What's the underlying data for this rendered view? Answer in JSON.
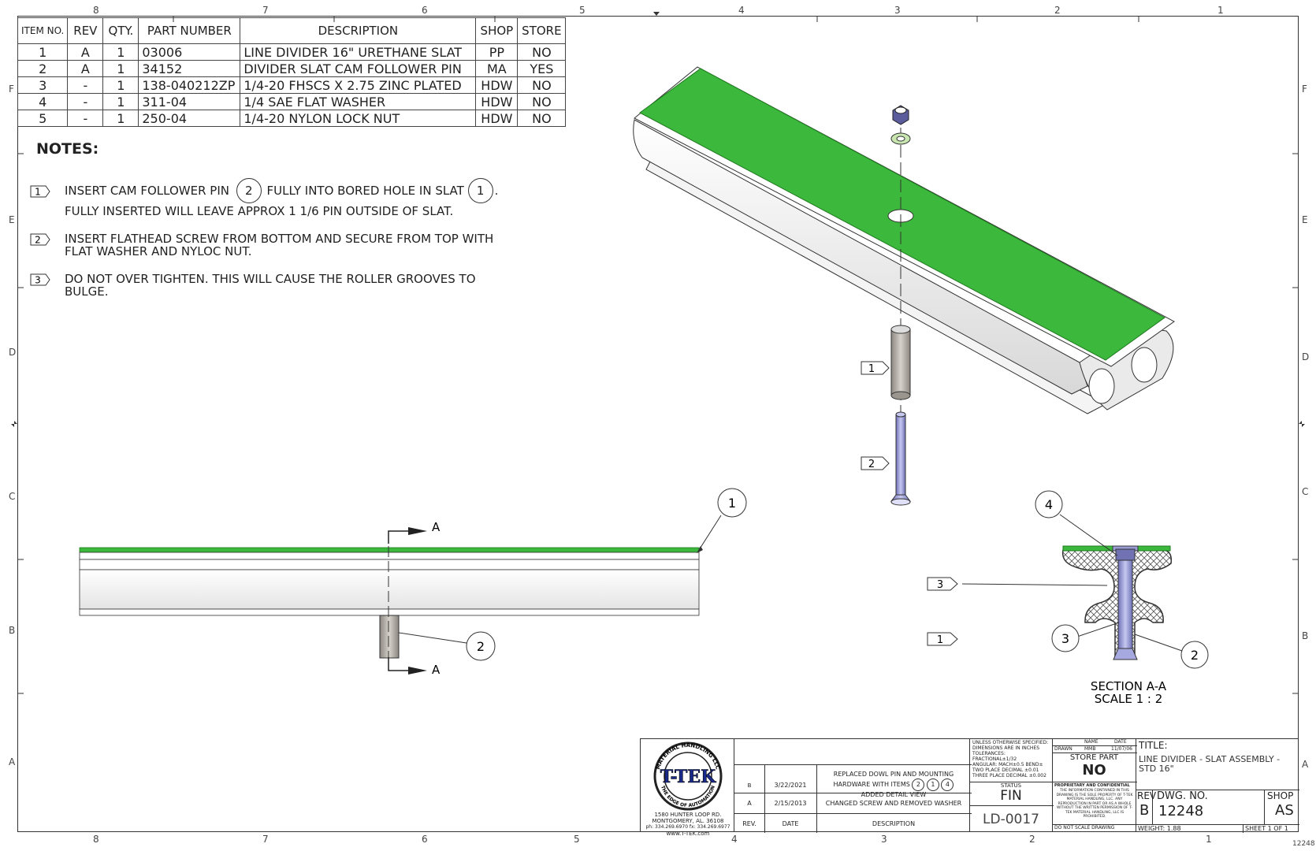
{
  "zones": {
    "top": [
      "8",
      "7",
      "6",
      "5",
      "4",
      "3",
      "2",
      "1"
    ],
    "bottom": [
      "8",
      "7",
      "6",
      "5",
      "4",
      "3",
      "2",
      "1"
    ],
    "left": [
      "F",
      "E",
      "D",
      "C",
      "B",
      "A"
    ],
    "right": [
      "F",
      "E",
      "D",
      "C",
      "B",
      "A"
    ]
  },
  "bom": {
    "headers": [
      "ITEM NO.",
      "REV",
      "QTY.",
      "PART NUMBER",
      "DESCRIPTION",
      "SHOP",
      "STORE"
    ],
    "rows": [
      [
        "1",
        "A",
        "1",
        "03006",
        "LINE DIVIDER 16\" URETHANE SLAT",
        "PP",
        "NO"
      ],
      [
        "2",
        "A",
        "1",
        "34152",
        "DIVIDER SLAT CAM FOLLOWER PIN",
        "MA",
        "YES"
      ],
      [
        "3",
        "-",
        "1",
        "138-040212ZP",
        "1/4-20 FHSCS X 2.75 ZINC PLATED",
        "HDW",
        "NO"
      ],
      [
        "4",
        "-",
        "1",
        "311-04",
        "1/4 SAE FLAT WASHER",
        "HDW",
        "NO"
      ],
      [
        "5",
        "-",
        "1",
        "250-04",
        "1/4-20 NYLON LOCK NUT",
        "HDW",
        "NO"
      ]
    ]
  },
  "notes": {
    "title": "NOTES:",
    "n1_num": "1",
    "n1_a": "INSERT CAM FOLLOWER PIN",
    "n1_b": "2",
    "n1_c": "FULLY INTO BORED HOLE IN SLAT",
    "n1_d": "1",
    "n1_e": ".",
    "n1_line2": "FULLY INSERTED WILL LEAVE APPROX 1 1/6 PIN OUTSIDE OF SLAT.",
    "n2_num": "2",
    "n2_line1": "INSERT FLATHEAD SCREW FROM BOTTOM AND SECURE FROM TOP WITH",
    "n2_line2": "FLAT WASHER AND NYLOC NUT.",
    "n3_num": "3",
    "n3_line1": "DO NOT OVER TIGHTEN. THIS WILL CAUSE THE ROLLER GROOVES TO",
    "n3_line2": "BULGE."
  },
  "callouts": {
    "iso_flag1": "1",
    "iso_flag2": "2",
    "side_balloon1": "1",
    "side_balloon2": "2",
    "section_a_top": "A",
    "section_a_bottom": "A",
    "sec_balloon4": "4",
    "sec_balloon3": "3",
    "sec_balloon2": "2",
    "sec_flag3": "3",
    "sec_flag1": "1",
    "section_title": "SECTION A-A",
    "section_scale": "SCALE 1 : 2"
  },
  "colors": {
    "urethane_green": "#3cb83c",
    "screw_blue": "#8d8fd0",
    "pin_gray": "#b8b4ae"
  },
  "title_block": {
    "company_addr1": "1580 HUNTER LOOP RD.",
    "company_addr2": "MONTGOMERY, AL. 36108",
    "company_phone": "ph: 334.269.6970 fx: 334.269.6977",
    "company_web": "www.T-TEK.com",
    "logo_text": "T-TEK",
    "logo_ring": "MATERIAL HANDLING LLC",
    "logo_ring2": "THE EDGE OF AUTOMATION",
    "rev_rows": [
      {
        "rev": "B",
        "date": "3/22/2021",
        "desc1": "REPLACED DOWL PIN AND MOUNTING",
        "desc2": "HARDWARE WITH ITEMS",
        "desc3": "ADDED DETAIL VIEW"
      },
      {
        "rev": "A",
        "date": "2/15/2013",
        "desc1": "CHANGED SCREW AND REMOVED WASHER",
        "desc2": "",
        "desc3": ""
      }
    ],
    "rev_items": [
      "2",
      "1",
      "4"
    ],
    "rev_header": {
      "rev": "REV.",
      "date": "DATE",
      "desc": "DESCRIPTION"
    },
    "spec_lines": [
      "UNLESS OTHERWISE SPECIFIED:",
      "DIMENSIONS ARE IN INCHES",
      "TOLERANCES:",
      "FRACTIONAL±1/32",
      "ANGULAR: MACH±0.5 BEND±",
      "TWO PLACE DECIMAL ±0.01",
      "THREE PLACE DECIMAL ±0.002"
    ],
    "status_label": "STATUS",
    "status_value": "FIN",
    "ld_number": "LD-0017",
    "name_hdr": "NAME",
    "date_hdr": "DATE",
    "drawn_label": "DRAWN",
    "drawn_name": "MMB",
    "drawn_date": "11/07/06",
    "store_part_label": "STORE PART",
    "store_part_value": "NO",
    "proprietary_title": "PROPRIETARY AND CONFIDENTIAL",
    "proprietary_text": "THE INFORMATION CONTAINED IN THIS DRAWING IS THE SOLE PROPERTY OF T-TEK MATERIAL HANDLING, LLC. ANY REPRODUCTION IN PART OR AS A WHOLE WITHOUT THE WRITTEN PERMISSION OF T-TEK MATERIAL HANDLING, LLC IS PROHIBITED.",
    "do_not_scale": "DO NOT SCALE DRAWING",
    "title_label": "TITLE:",
    "title_value1": "LINE DIVIDER - SLAT ASSEMBLY -",
    "title_value2": "STD 16\"",
    "rev_label": "REV",
    "rev_value": "B",
    "dwg_label": "DWG. NO.",
    "dwg_value": "12248",
    "shop_label": "SHOP",
    "shop_value": "AS",
    "weight": "WEIGHT: 1.88",
    "sheet": "SHEET 1 OF 1"
  },
  "corner_number": "12248"
}
